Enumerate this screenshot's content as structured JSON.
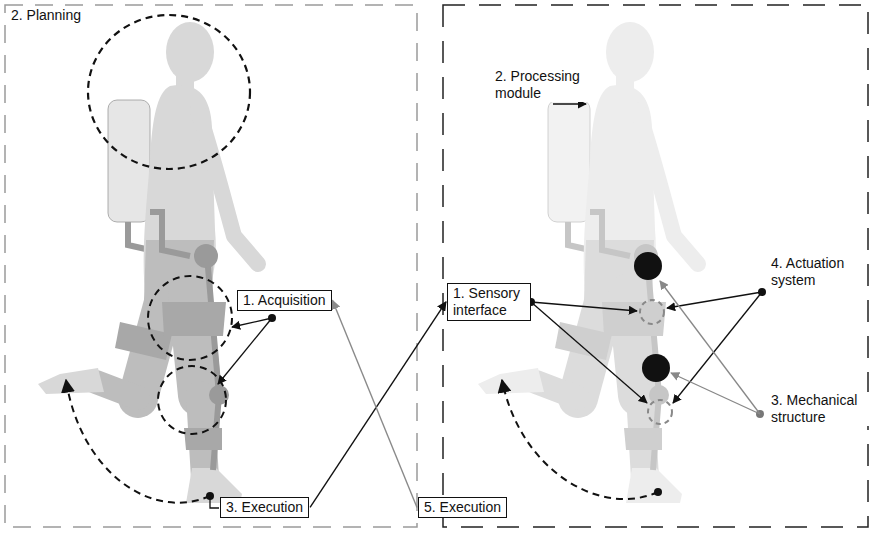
{
  "diagram": {
    "nodes": [
      {
        "text": [
          "1. Acquisition"
        ]
      },
      {
        "text": [
          "1. Sensory interface"
        ]
      },
      {
        "text": [
          "3. Execution"
        ]
      },
      {
        "text": [
          "5. Execution"
        ]
      }
    ],
    "edges": [
      {
        "from": 2,
        "to": 1,
        "arrow": "to"
      },
      {
        "from": 3,
        "to": 0,
        "arrow": "to"
      }
    ],
    "labels": [
      "2. Planning",
      "2. Processing module",
      "4. Actuation system",
      "3. Mechanical structure"
    ]
  }
}
